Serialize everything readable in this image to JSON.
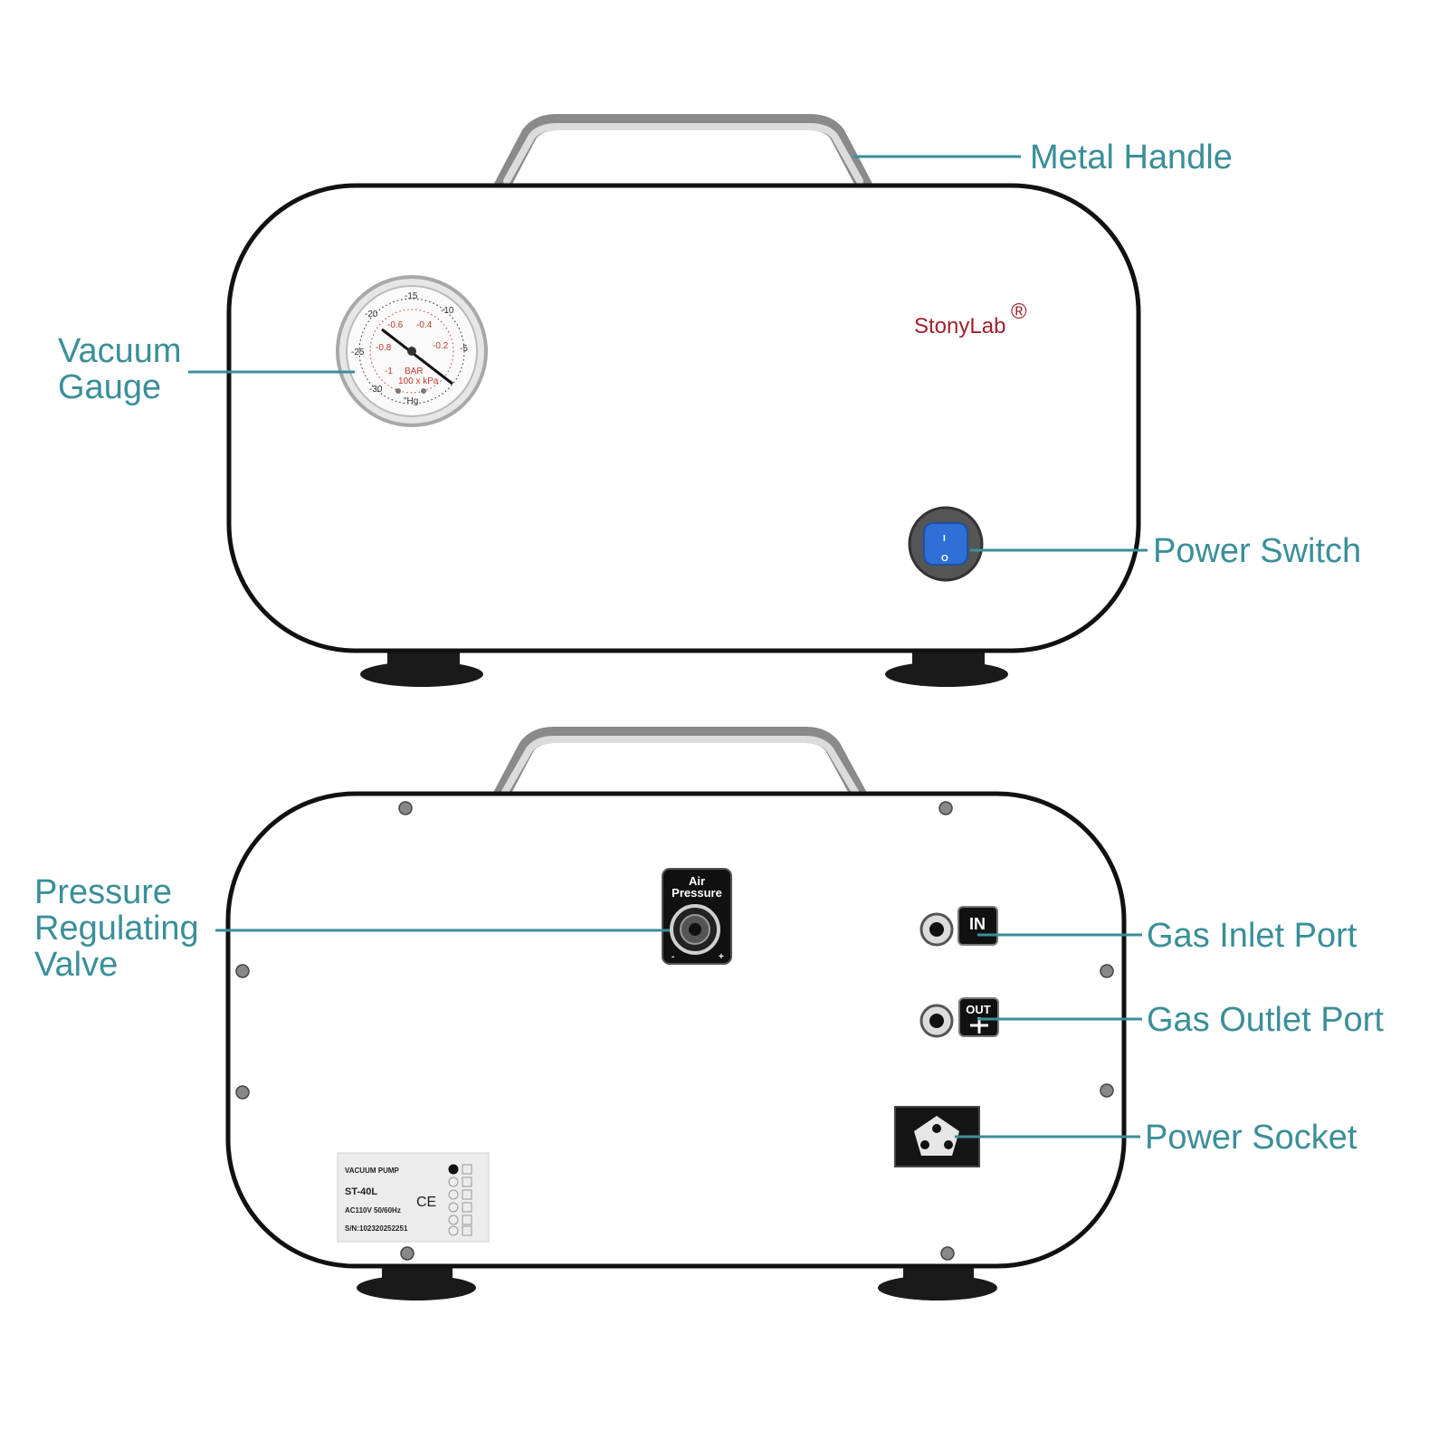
{
  "callouts": {
    "metal_handle": "Metal Handle",
    "vacuum_gauge_line1": "Vacuum",
    "vacuum_gauge_line2": "Gauge",
    "power_switch": "Power Switch",
    "pressure_valve_line1": "Pressure",
    "pressure_valve_line2": "Regulating",
    "pressure_valve_line3": "Valve",
    "gas_inlet": "Gas Inlet Port",
    "gas_outlet": "Gas Outlet Port",
    "power_socket": "Power Socket"
  },
  "front": {
    "brand": "StonyLab",
    "brand_mark": "®",
    "gauge": {
      "inhg_ticks": [
        "-15",
        "-20",
        "-25",
        "-30",
        "-10",
        "-5"
      ],
      "bar_ticks": [
        "-0.6",
        "-0.4",
        "-0.2",
        "-0.8",
        "-1"
      ],
      "unit_bar": "BAR",
      "unit_kpa": "100 x kPa",
      "unit_hg": "\"Hg"
    },
    "switch": {
      "on_mark": "I",
      "off_mark": "O"
    }
  },
  "back": {
    "valve_label_line1": "Air",
    "valve_label_line2": "Pressure",
    "valve_minus": "-",
    "valve_plus": "+",
    "inlet_tag": "IN",
    "outlet_tag": "OUT",
    "nameplate": {
      "title": "VACUUM PUMP",
      "model": "ST-40L",
      "power": "AC110V 50/60Hz",
      "serial": "S/N:102320252251",
      "ce_mark": "CE"
    }
  },
  "colors": {
    "callout": "#3a8f99",
    "brand": "#a3202a",
    "switch": "#2f6fd6",
    "gauge_red": "#c0392b"
  }
}
